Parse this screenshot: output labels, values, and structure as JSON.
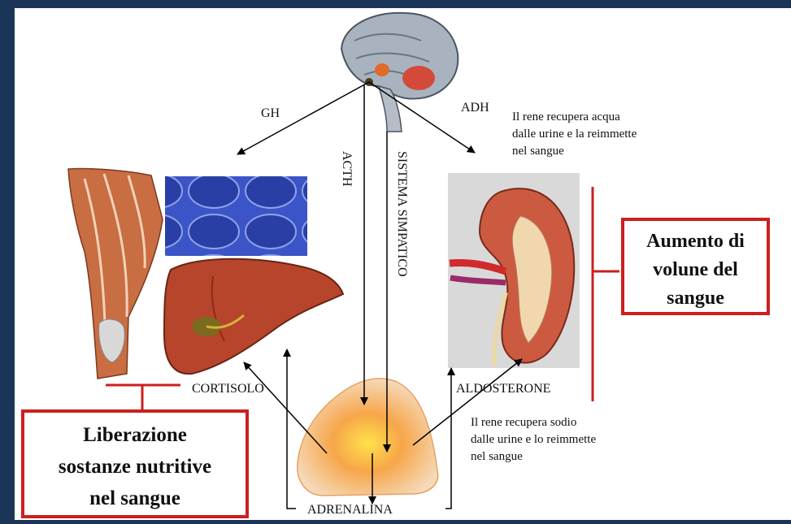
{
  "labels": {
    "gh": "GH",
    "acth": "ACTH",
    "adh": "ADH",
    "sistema_simpatico": "SISTEMA SIMPATICO",
    "cortisolo": "CORTISOLO",
    "aldosterone": "ALDOSTERONE",
    "adrenalina": "ADRENALINA"
  },
  "notes": {
    "adh_effect": [
      "Il rene recupera acqua",
      "dalle urine e la reimmette",
      "nel sangue"
    ],
    "aldosterone_effect": [
      "Il rene recupera sodio",
      "dalle urine e lo reimmette",
      "nel sangue"
    ]
  },
  "outcomes": {
    "volume": [
      "Aumento di",
      "volune del",
      "sangue"
    ],
    "nutrients": [
      "Liberazione",
      "sostanze nutritive",
      "nel sangue"
    ]
  },
  "colors": {
    "frame": "#1b3558",
    "accent_red": "#cc1f1f",
    "brain": "#9aa6b4",
    "muscle": "#c86a3f",
    "liver": "#b8402a",
    "kidney": "#c9553f",
    "adrenal": "#f2a24a",
    "muscle_cells": "#2f44b0"
  }
}
